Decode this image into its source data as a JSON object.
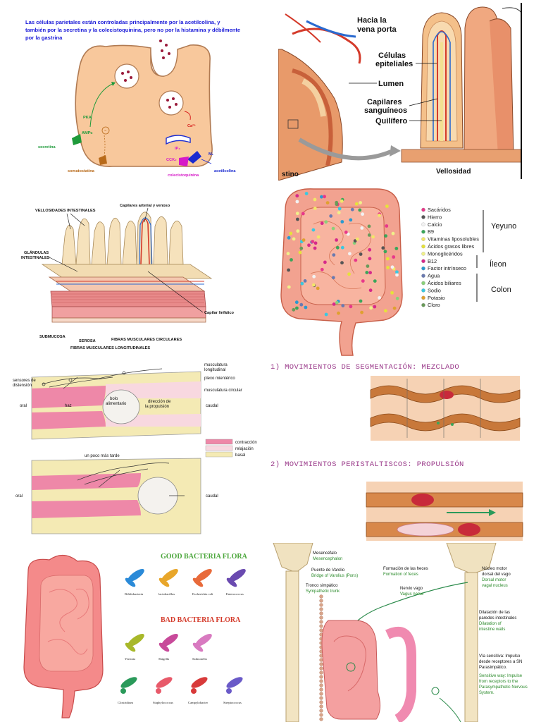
{
  "panel1": {
    "caption": [
      "Las células parietales están controladas principalmente por la acetilcolina, y",
      "también por la secretina y la colecistoquinina, pero no por la histamina y débilmente",
      "por la gastrina"
    ],
    "labels": {
      "pka": "PKA",
      "ampc": "AMPc",
      "secretina": "secretina",
      "somatostatina": "somatostatina",
      "ca": "Ca²⁺",
      "ip3": "IP₃",
      "cck2": "CCK₂",
      "m1": "M₁",
      "colecistoquinina": "colecistoquinina",
      "acetilcolina": "acetilcolina",
      "minus": "−"
    },
    "colors": {
      "cell": "#f8c89c",
      "cell_border": "#b07a52",
      "caption": "#1a1ad8",
      "green": "#1e9a3a",
      "magenta": "#d61ac8",
      "blue": "#1a2ad0",
      "brown": "#b86a1a"
    }
  },
  "panel2": {
    "labels": {
      "vena_porta": [
        "Hacia la",
        "vena porta"
      ],
      "celulas": [
        "Células",
        "epiteliales"
      ],
      "lumen": "Lumen",
      "capilares": [
        "Capilares",
        "sanguíneos"
      ],
      "quilifero": "Quilífero",
      "stino": "stino",
      "vellosidad": "Vellosidad"
    }
  },
  "panel3": {
    "labels": {
      "vellosidades": "VELLOSIDADES INTESTINALES",
      "capilares": "Capilares arterial y venoso",
      "glandulas": [
        "GLÁNDULAS",
        "INTESTINALES"
      ],
      "capilar_linfatico": "Capilar linfático",
      "submucosa": "SUBMUCOSA",
      "serosa": "SEROSA",
      "circulares": "FIBRAS MUSCULARES CIRCULARES",
      "longitudinales": "FIBRAS MUSCULARES LONGITUDINALES"
    }
  },
  "panel4": {
    "legend": [
      {
        "label": "Sacáridos",
        "color": "#e8388a"
      },
      {
        "label": "Hierro",
        "color": "#555555"
      },
      {
        "label": "Calcio",
        "color": "#f2f2f2"
      },
      {
        "label": "B9",
        "color": "#3aa65a"
      },
      {
        "label": "Vitaminas liposolubles",
        "color": "#f2e66a"
      },
      {
        "label": "Ácidos grasos libres",
        "color": "#e6e23a"
      },
      {
        "label": "Monoglicéridos",
        "color": "#f0f08a"
      },
      {
        "label": "B12",
        "color": "#d62a8a"
      },
      {
        "label": "Factor intrínseco",
        "color": "#2a9ad0"
      },
      {
        "label": "Agua",
        "color": "#6a7ab0"
      },
      {
        "label": "Ácidos biliares",
        "color": "#8ad07a"
      },
      {
        "label": "Sodio",
        "color": "#3ac8e0"
      },
      {
        "label": "Potasio",
        "color": "#e0a030"
      },
      {
        "label": "Cloro",
        "color": "#6a9a5a"
      }
    ],
    "sections": {
      "yeyuno": "Yeyuno",
      "ileon": "Íleon",
      "colon": "Colon"
    }
  },
  "panel5": {
    "labels": {
      "musc_long": [
        "musculatura",
        "longitudinal"
      ],
      "plexo": "plexo mientérico",
      "musc_circ": "musculatura circular",
      "sensores": [
        "sensores de",
        "distensión"
      ],
      "bolo": [
        "bolo",
        "alimentario"
      ],
      "direccion": [
        "dirección de",
        "la propulsión"
      ],
      "haz": "haz",
      "oral": "oral",
      "caudal": "caudal",
      "tarde": "un poco más tarde"
    },
    "legend": [
      {
        "label": "contracción",
        "color": "#ee88a8"
      },
      {
        "label": "relajación",
        "color": "#f8d8e0"
      },
      {
        "label": "basal",
        "color": "#f4eab4"
      }
    ]
  },
  "panel6": {
    "heading1": "1)   MOVIMIENTOS DE SEGMENTACIÓN: MEZCLADO",
    "heading2": "2)   MOVIMIENTOS PERISTALTISCOS: PROPULSIÓN"
  },
  "panel7": {
    "good_title": "GOOD BACTERIA FLORA",
    "bad_title": "BAD BACTERIA FLORA",
    "good": [
      {
        "name": "Bifidobacteria",
        "color": "#2a8ad8"
      },
      {
        "name": "lactobacillus",
        "color": "#e8a62a"
      },
      {
        "name": "Escherichia coli",
        "color": "#e86a3a"
      },
      {
        "name": "Enterococcus",
        "color": "#6a4ab0"
      }
    ],
    "bad": [
      {
        "name": "Yersinia",
        "color": "#a8b82a"
      },
      {
        "name": "Shigella",
        "color": "#c84a9a"
      },
      {
        "name": "Salmonella",
        "color": "#d87ac0"
      },
      {
        "name": "Clostridium",
        "color": "#2a9a5a"
      },
      {
        "name": "Staphylococcus",
        "color": "#e85a6a"
      },
      {
        "name": "Campylobacter",
        "color": "#d83a3a"
      },
      {
        "name": "Streptococcus",
        "color": "#6a5ac8"
      }
    ]
  },
  "panel8": {
    "mesencefalo": [
      "Mesencéfalo",
      "Mesencephalon"
    ],
    "puente": [
      "Puente de Varolio",
      "Bridge of Varolius (Pons)"
    ],
    "tronco": [
      "Tronco simpático",
      "Sympathetic trunk"
    ],
    "formacion": [
      "Formación de las heces",
      "Formation of feces"
    ],
    "nervio_vago": [
      "Nervio vago",
      "Vagus nerve"
    ],
    "nucleo": [
      "Núcleo motor",
      "dorsal del vago"
    ],
    "nucleo_en": [
      "Dorsal motor",
      "vagal nucleus"
    ],
    "dilatacion": [
      "Dilatación de las",
      "paredes intestinales"
    ],
    "dilatacion_en": [
      "Dilatation of",
      "intestine walls"
    ],
    "via": [
      "Vía sensitiva: Impulso",
      "desde receptores a SN",
      "Parasimpático."
    ],
    "via_en": [
      "Sensitive way: Impulse",
      "from receptors to the",
      "Parasympathetic Nervous",
      "System."
    ]
  }
}
